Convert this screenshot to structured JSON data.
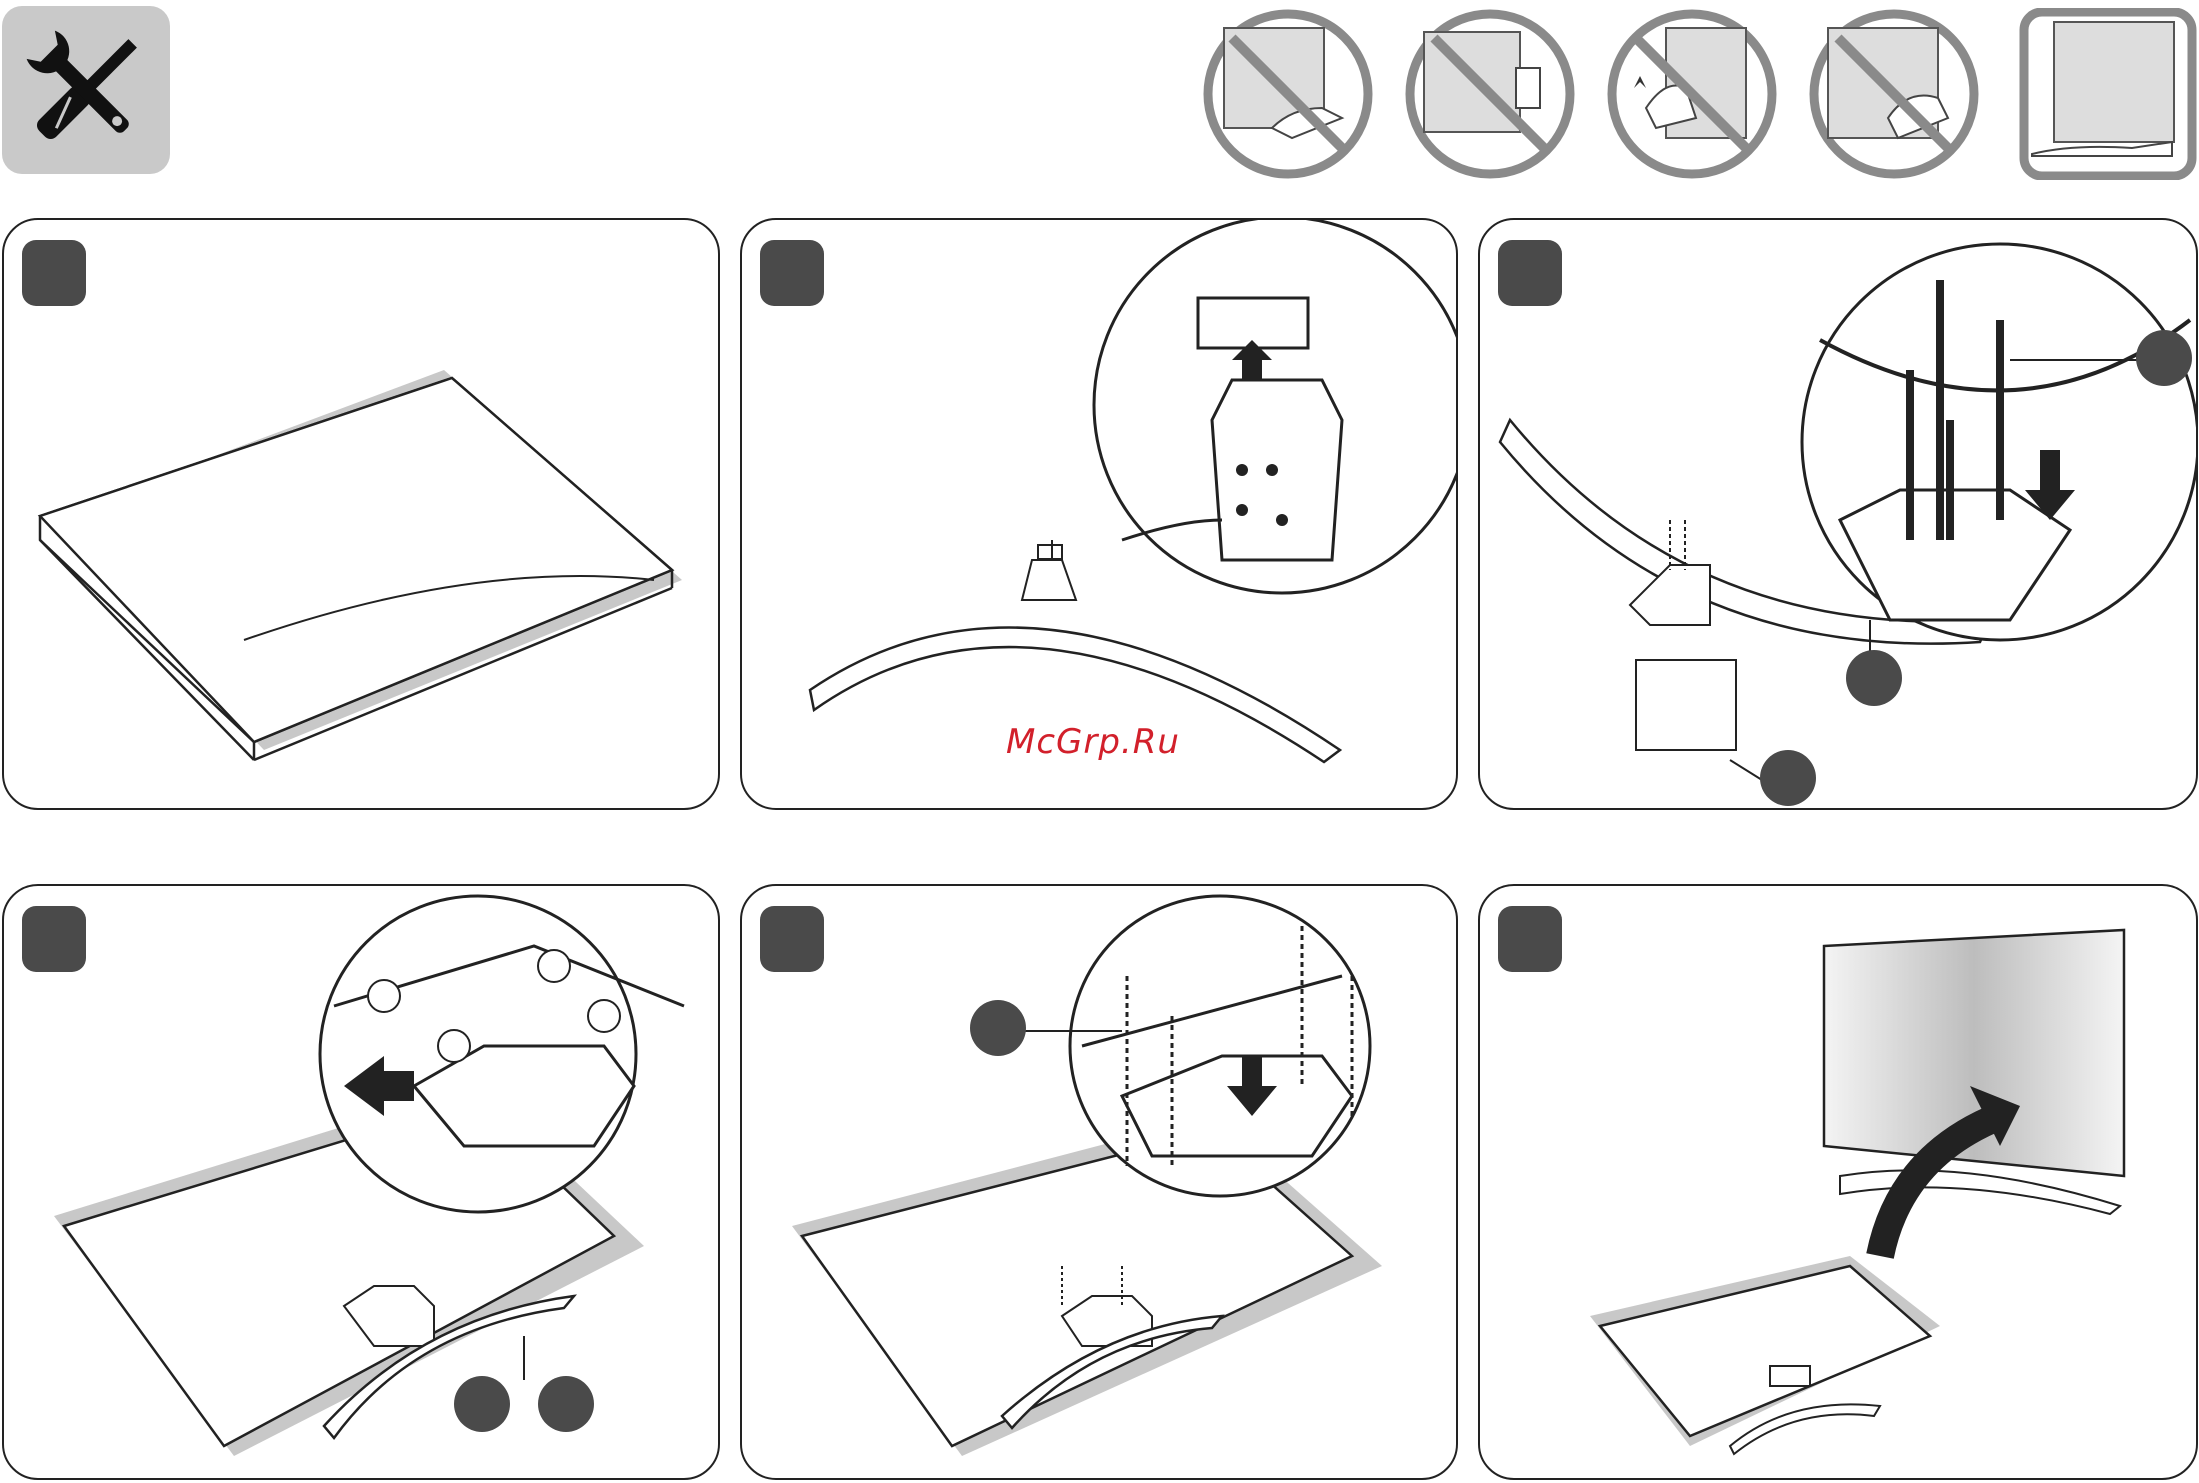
{
  "header": {
    "tools_icon": "screwdriver-wrench-icon",
    "handling_icons": [
      {
        "name": "no-grip-bottom-edge-icon",
        "status": "prohibited"
      },
      {
        "name": "no-grip-side-edge-icon",
        "status": "prohibited"
      },
      {
        "name": "no-press-screen-icon",
        "status": "prohibited"
      },
      {
        "name": "no-grip-screen-corner-icon",
        "status": "prohibited"
      },
      {
        "name": "correct-support-from-below-icon",
        "status": "allowed"
      }
    ]
  },
  "steps": [
    {
      "illustration": "tv-face-down-on-cushion"
    },
    {
      "illustration": "remove-cover-from-stand-neck"
    },
    {
      "illustration": "screw-neck-to-stand-base"
    },
    {
      "illustration": "slide-stand-onto-tv-back"
    },
    {
      "illustration": "screw-stand-to-tv"
    },
    {
      "illustration": "lift-tv-upright"
    }
  ],
  "watermark": "McGrp.Ru",
  "colors": {
    "badge": "#4a4a4a",
    "outline": "#222222",
    "cushion": "#c8c8c8",
    "warning_ring": "#8a8a8a",
    "watermark": "#d2202b"
  }
}
